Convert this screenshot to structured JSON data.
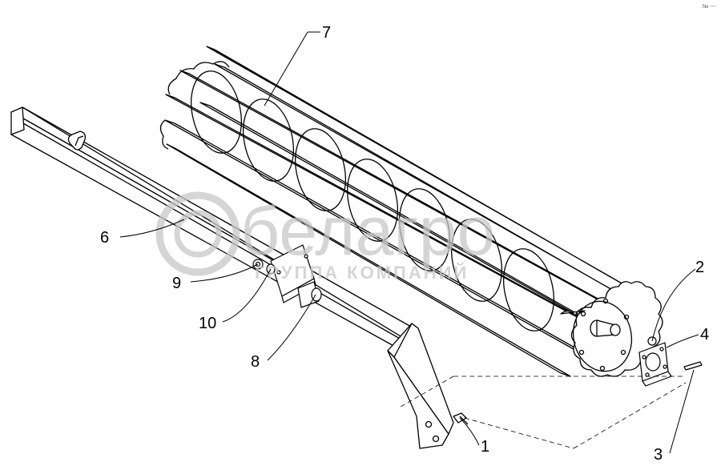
{
  "figure": {
    "corner_mark": "№ ---",
    "watermark": {
      "brand": "белагро",
      "subtitle": "ГРУППА КОМПАНИЙ"
    },
    "labels": [
      "1",
      "2",
      "3",
      "4",
      "6",
      "7",
      "8",
      "9",
      "10"
    ]
  },
  "colors": {
    "line": "#000000",
    "watermark": "#c8c8c8",
    "background": "#ffffff"
  }
}
